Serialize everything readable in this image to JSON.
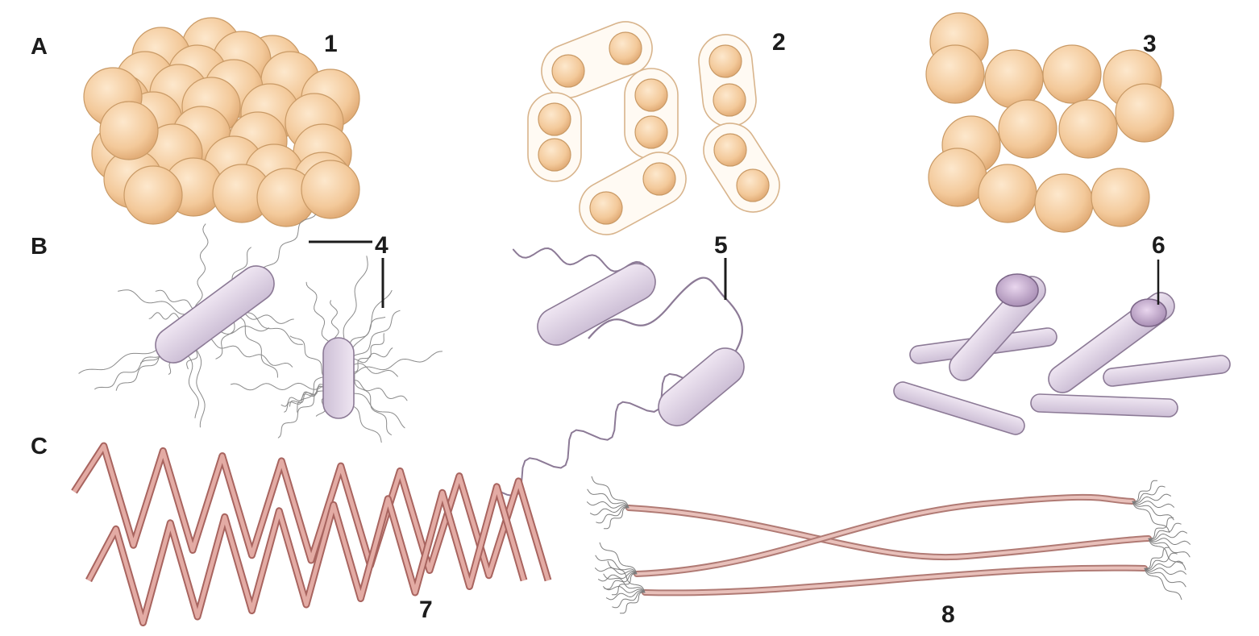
{
  "rows": {
    "a": "A",
    "b": "B",
    "c": "C"
  },
  "numbers": {
    "n1": "1",
    "n2": "2",
    "n3": "3",
    "n4": "4",
    "n5": "5",
    "n6": "6",
    "n7": "7",
    "n8": "8"
  },
  "colors": {
    "coccus_fill": "#f3c99a",
    "coccus_edge": "#c99a66",
    "capsule": "#d8b48c",
    "rod_fill": "#e3d6ea",
    "rod_edge": "#8c7a96",
    "flagella": "#8a8a8a",
    "spirochete": "#c9877f",
    "ink": "#1c1c1c"
  }
}
